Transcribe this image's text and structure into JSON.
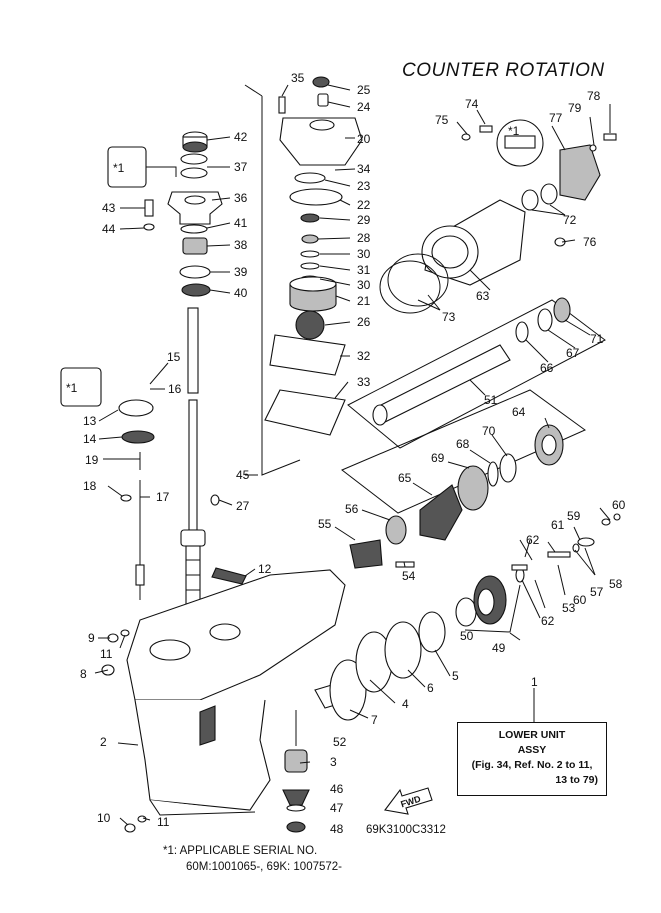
{
  "title": "COUNTER ROTATION",
  "info_box": {
    "line1": "LOWER UNIT",
    "line2": "ASSY",
    "line3": "(Fig. 34, Ref. No. 2 to 11,",
    "line4": "13 to 79)"
  },
  "diagram_code": "69K3100C3312",
  "footnote": {
    "line1": "*1: APPLICABLE SERIAL NO.",
    "line2": "60M:1001065-, 69K: 1007572-"
  },
  "fwd_label": "FWD",
  "ref_labels": {
    "l1": "1",
    "l2": "2",
    "l3": "3",
    "l4": "4",
    "l5": "5",
    "l6": "6",
    "l7": "7",
    "l8": "8",
    "l9": "9",
    "l10": "10",
    "l11a": "11",
    "l11b": "11",
    "l12": "12",
    "l13": "13",
    "l14": "14",
    "l15": "15",
    "l16": "16",
    "l17": "17",
    "l18": "18",
    "l19": "19",
    "l20": "20",
    "l21": "21",
    "l22": "22",
    "l23": "23",
    "l24": "24",
    "l25": "25",
    "l26": "26",
    "l27": "27",
    "l28": "28",
    "l29": "29",
    "l30a": "30",
    "l30b": "30",
    "l31": "31",
    "l32": "32",
    "l33": "33",
    "l34": "34",
    "l35": "35",
    "l36": "36",
    "l37": "37",
    "l38": "38",
    "l39": "39",
    "l40": "40",
    "l41": "41",
    "l42": "42",
    "l43": "43",
    "l44": "44",
    "l45": "45",
    "l46": "46",
    "l47": "47",
    "l48": "48",
    "l49": "49",
    "l50": "50",
    "l51": "51",
    "l52": "52",
    "l53": "53",
    "l54": "54",
    "l55": "55",
    "l56": "56",
    "l57": "57",
    "l58": "58",
    "l59": "59",
    "l60a": "60",
    "l60b": "60",
    "l61": "61",
    "l62a": "62",
    "l62b": "62",
    "l63": "63",
    "l64": "64",
    "l65": "65",
    "l66": "66",
    "l67": "67",
    "l68": "68",
    "l69": "69",
    "l70": "70",
    "l71": "71",
    "l72": "72",
    "l73": "73",
    "l74": "74",
    "l75": "75",
    "l76": "76",
    "l77": "77",
    "l78": "78",
    "l79": "79"
  }
}
